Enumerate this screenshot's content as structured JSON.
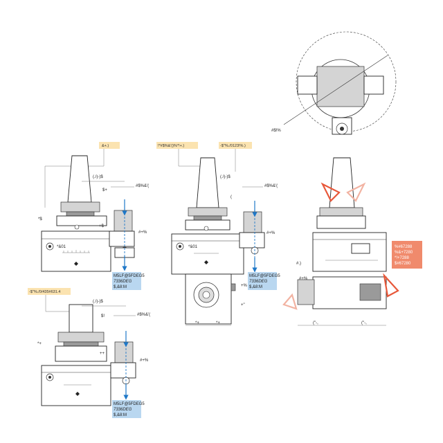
{
  "colors": {
    "orange_tag": "#fbe3b0",
    "blue_box": "#b9d7f0",
    "blue_line": "#1f78c8",
    "red_box": "#f08a6c",
    "red_arrow": "#e8583a"
  },
  "views": {
    "top_left": {
      "tag": "&+.)",
      "dim_top": "(./)-)$",
      "dim_side": "$+",
      "dim_right": "#$%&'(",
      "dim_height": "*$",
      "dim_step": "+$",
      "dim_offset": "#+%",
      "nameplate": "*&01",
      "blue_box": [
        "M5LF@5FDEG5",
        "7336DEG",
        "$,&8:M"
      ]
    },
    "top_middle": {
      "tag_left": "!*#$%&'()%*!+.)",
      "tag_right": "-$\"%./0123!%.)",
      "dim_top": "(./)-)$",
      "dim_right": "#$%&'(",
      "dim_offset": "#+%",
      "dim_small": "(",
      "nameplate": "*&01",
      "blue_box": [
        "M5LF@5FDEG5",
        "7336DEG",
        "$,&8:M"
      ],
      "dim_bottom": [
        "*+",
        "*+"
      ],
      "dim_vert": [
        "+%",
        "+\""
      ]
    },
    "top_right": {
      "red_box": [
        "%#67288",
        "%&+7280",
        "*!+7288",
        "$#67280"
      ],
      "dim_side": "#.)",
      "dim_offset": "#+%",
      "dim_bottom": [
        "(\"-,",
        "(\"-,"
      ]
    },
    "detail": {
      "label": "#$!%"
    },
    "bottom_left": {
      "tag": "-$\"%./0/435#631.4",
      "dim_top": "(./)-)$",
      "dim_side": "$!",
      "dim_right": "#$%&'(",
      "dim_height": "*+",
      "dim_step": "++",
      "dim_offset": "#+%",
      "blue_box": [
        "M5LF@5FDEG5",
        "7336DEG",
        "$,&8:M"
      ]
    }
  }
}
